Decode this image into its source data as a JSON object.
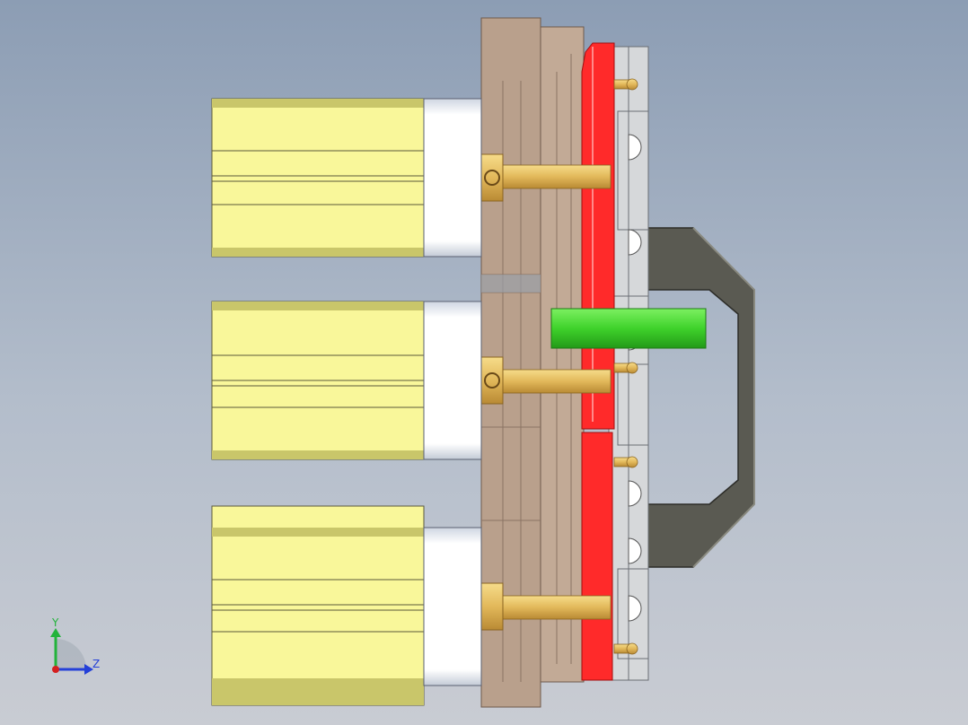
{
  "viewport": {
    "background_top": "#8c9db4",
    "background_bottom": "#c9ccd3"
  },
  "model": {
    "cylinder_count": 3,
    "colors": {
      "cylinder_body": "#f9f79a",
      "cylinder_shade": "#c9c66a",
      "cylinder_cap": "#ffffff",
      "base_plate": "#b9a08c",
      "red_plate": "#ff2a2a",
      "handle": "#5a5a52",
      "pin_gold": "#e8c060",
      "green_block": "#3fd22b",
      "clamp_plate": "#d6d8da"
    }
  },
  "triad": {
    "y_label": "Y",
    "z_label": "Z",
    "y_color": "#22b33a",
    "z_color": "#2440d8",
    "x_color": "#d42020"
  }
}
